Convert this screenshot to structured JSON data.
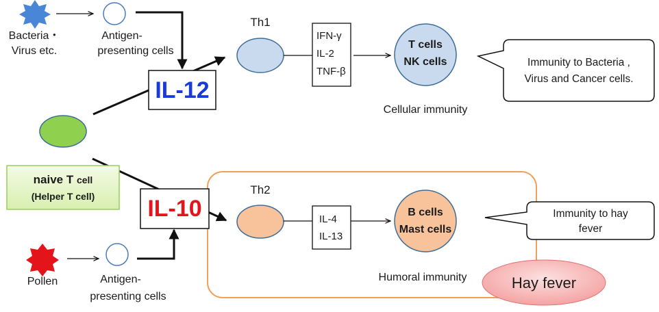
{
  "colors": {
    "th1_fill": "#c9d9ee",
    "th2_fill": "#f8c29a",
    "naive_fill": "#8fd14f",
    "il12_text": "#1a3bd6",
    "il10_text": "#e3151b",
    "bacteria_star": "#4a86d8",
    "pollen_star": "#e3151b",
    "hay_fever_fill": "#f5a7a7",
    "humoral_frame": "#f0a05a",
    "label_box_fill": "#e6f5c8",
    "label_box_border": "#9acd5a"
  },
  "sources": {
    "bacteria_line1": "Bacteria・",
    "bacteria_line2": "Virus etc.",
    "pollen": "Pollen"
  },
  "apc": {
    "top_line1": "Antigen-",
    "top_line2": "presenting cells",
    "bottom_line1": "Antigen-",
    "bottom_line2": "presenting cells"
  },
  "cytokines": {
    "il12": "IL-12",
    "il10": "IL-10"
  },
  "naive_cell": {
    "line1_main": "naive T ",
    "line1_small": "cell",
    "line2": "(Helper T cell)"
  },
  "th1": {
    "label": "Th1",
    "products": [
      "IFN-γ",
      "IL-2",
      "TNF-β"
    ],
    "target_line1": "T cells",
    "target_line2": "NK cells",
    "immunity_label": "Cellular immunity",
    "callout_line1": "Immunity to Bacteria ,",
    "callout_line2": "Virus and  Cancer cells."
  },
  "th2": {
    "label": "Th2",
    "products": [
      "IL-4",
      "IL-13"
    ],
    "target_line1": "B cells",
    "target_line2": "Mast cells",
    "immunity_label": "Humoral immunity",
    "callout_line1": "Immunity to hay",
    "callout_line2": "fever",
    "badge": "Hay fever"
  }
}
